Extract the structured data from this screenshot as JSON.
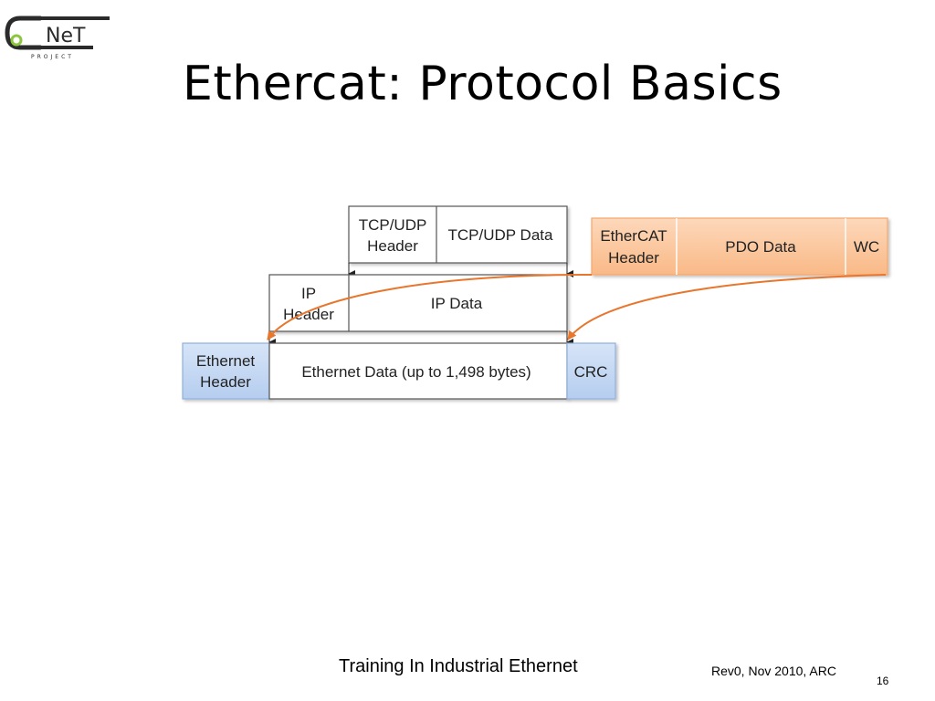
{
  "slide": {
    "title": "Ethercat: Protocol Basics",
    "footer": "Training In Industrial Ethernet",
    "revision": "Rev0, Nov 2010, ARC",
    "page_number": "16"
  },
  "logo": {
    "text": "NeT",
    "subtext": "PROJECT"
  },
  "diagram": {
    "tcp_row": {
      "header": [
        "TCP/UDP",
        "Header"
      ],
      "data": "TCP/UDP Data"
    },
    "ip_row": {
      "header": [
        "IP",
        "Header"
      ],
      "data": "IP Data"
    },
    "ethernet_row": {
      "header": [
        "Ethernet",
        "Header"
      ],
      "data": "Ethernet Data (up to 1,498 bytes)",
      "crc": "CRC"
    },
    "ethercat_row": {
      "header": [
        "EtherCAT",
        "Header"
      ],
      "data": "PDO Data",
      "wc": "WC"
    }
  },
  "colors": {
    "ethernet_fill": "#c9daf3",
    "ethernet_border": "#8fb0dc",
    "ethercat_fill": "#fbc9a2",
    "ethercat_border": "#f5a66b",
    "arrow": "#e8762d"
  }
}
